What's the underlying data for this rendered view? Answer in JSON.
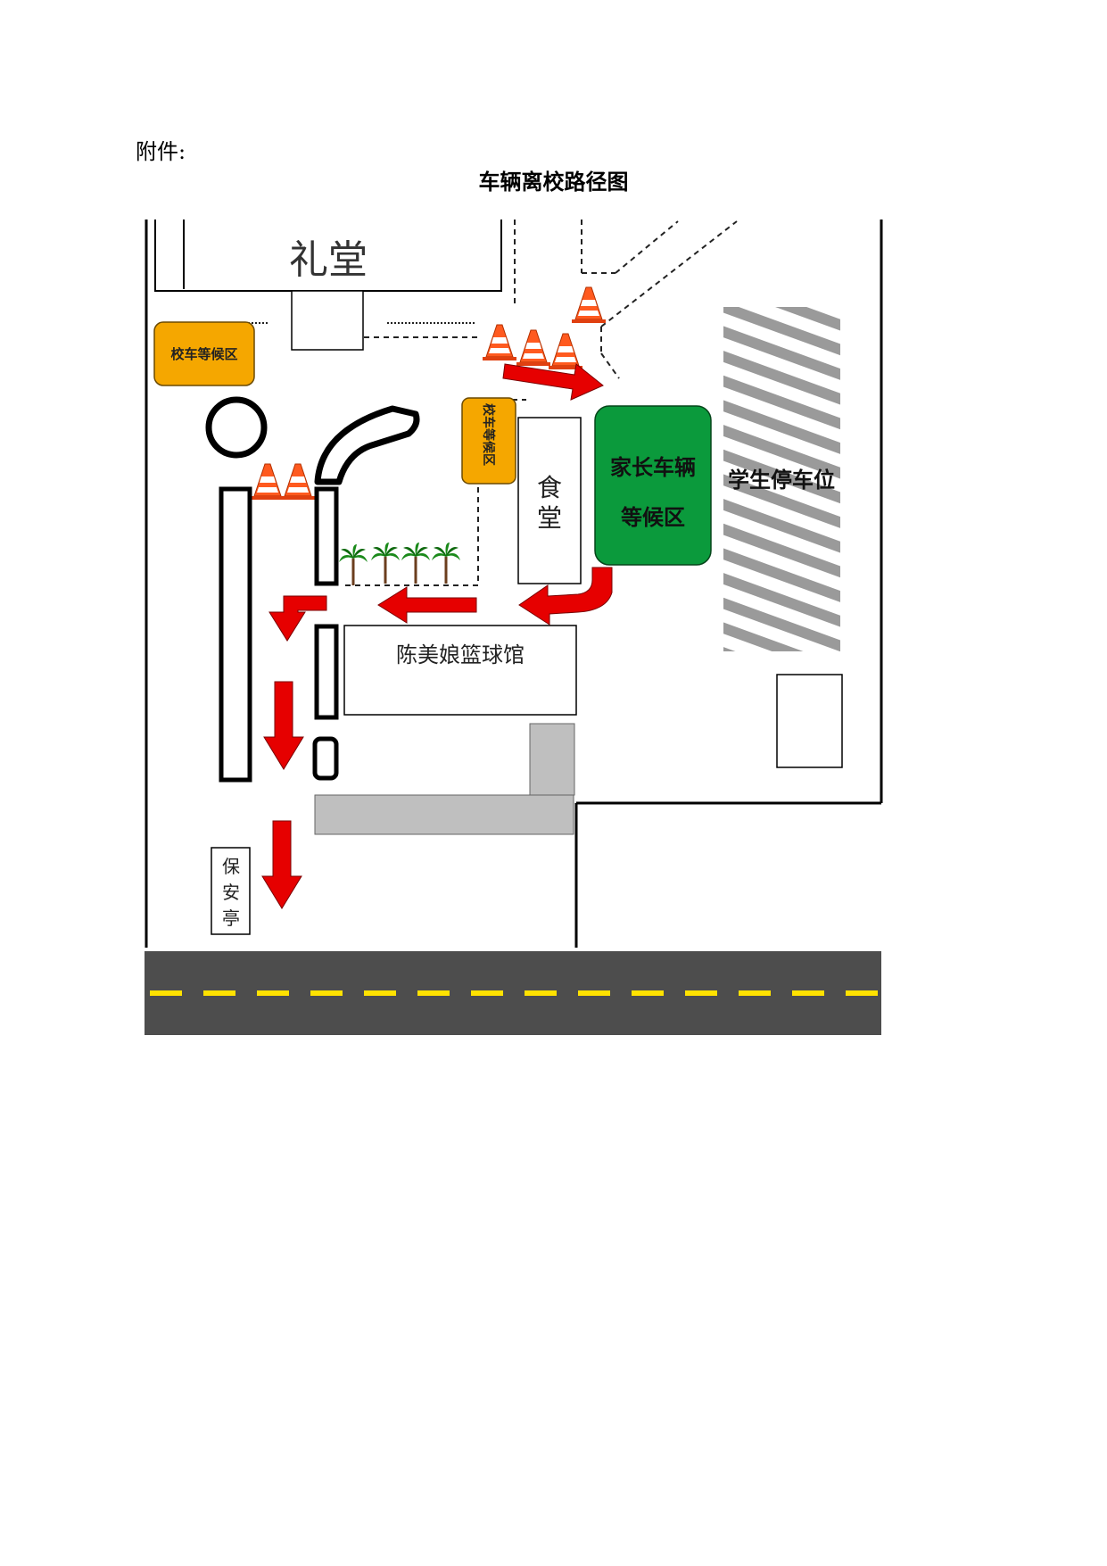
{
  "header": {
    "attachment_label": "附件:",
    "title": "车辆离校路径图"
  },
  "labels": {
    "auditorium": "礼堂",
    "bus_wait_left": "校车等候区",
    "bus_wait_mid": "校车等候区",
    "canteen": "食堂",
    "parent_wait_line1": "家长车辆",
    "parent_wait_line2": "等候区",
    "student_parking": "学生停车位",
    "gym": "陈美娘篮球馆",
    "guard": "保安亭"
  },
  "colors": {
    "bus_zone": "#f5a700",
    "parent_zone": "#0b9a3c",
    "arrow": "#e60000",
    "road": "#4d4d4d",
    "road_line": "#ffe200",
    "gray_block": "#bfbfbf",
    "cone": "#ff5a1f"
  }
}
